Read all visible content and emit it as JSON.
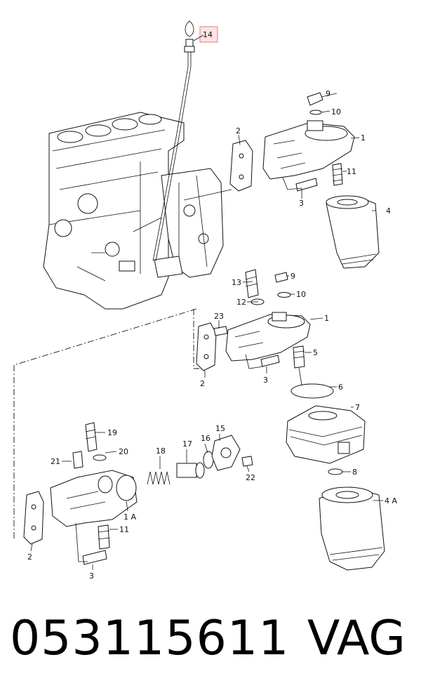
{
  "callouts": {
    "c14": "14",
    "c9a": "9",
    "c10a": "10",
    "c1a": "1",
    "c11a": "11",
    "c4": "4",
    "c3a": "3",
    "c2a": "2",
    "c13": "13",
    "c9b": "9",
    "c12": "12",
    "c10b": "10",
    "c23": "23",
    "c1b": "1",
    "c5": "5",
    "c6": "6",
    "c2b": "2",
    "c3b": "3",
    "c7": "7",
    "c8": "8",
    "c4a": "4 A",
    "c19": "19",
    "c20": "20",
    "c21": "21",
    "c18": "18",
    "c17": "17",
    "c16": "16",
    "c15": "15",
    "c22": "22",
    "c1c": "1 A",
    "c11b": "11",
    "c2c": "2",
    "c3c": "3"
  },
  "footer": {
    "part_number": "053115611",
    "brand": "VAG"
  },
  "colors": {
    "highlight_box": "#e87a7a",
    "highlight_fill": "#fde3e3"
  }
}
